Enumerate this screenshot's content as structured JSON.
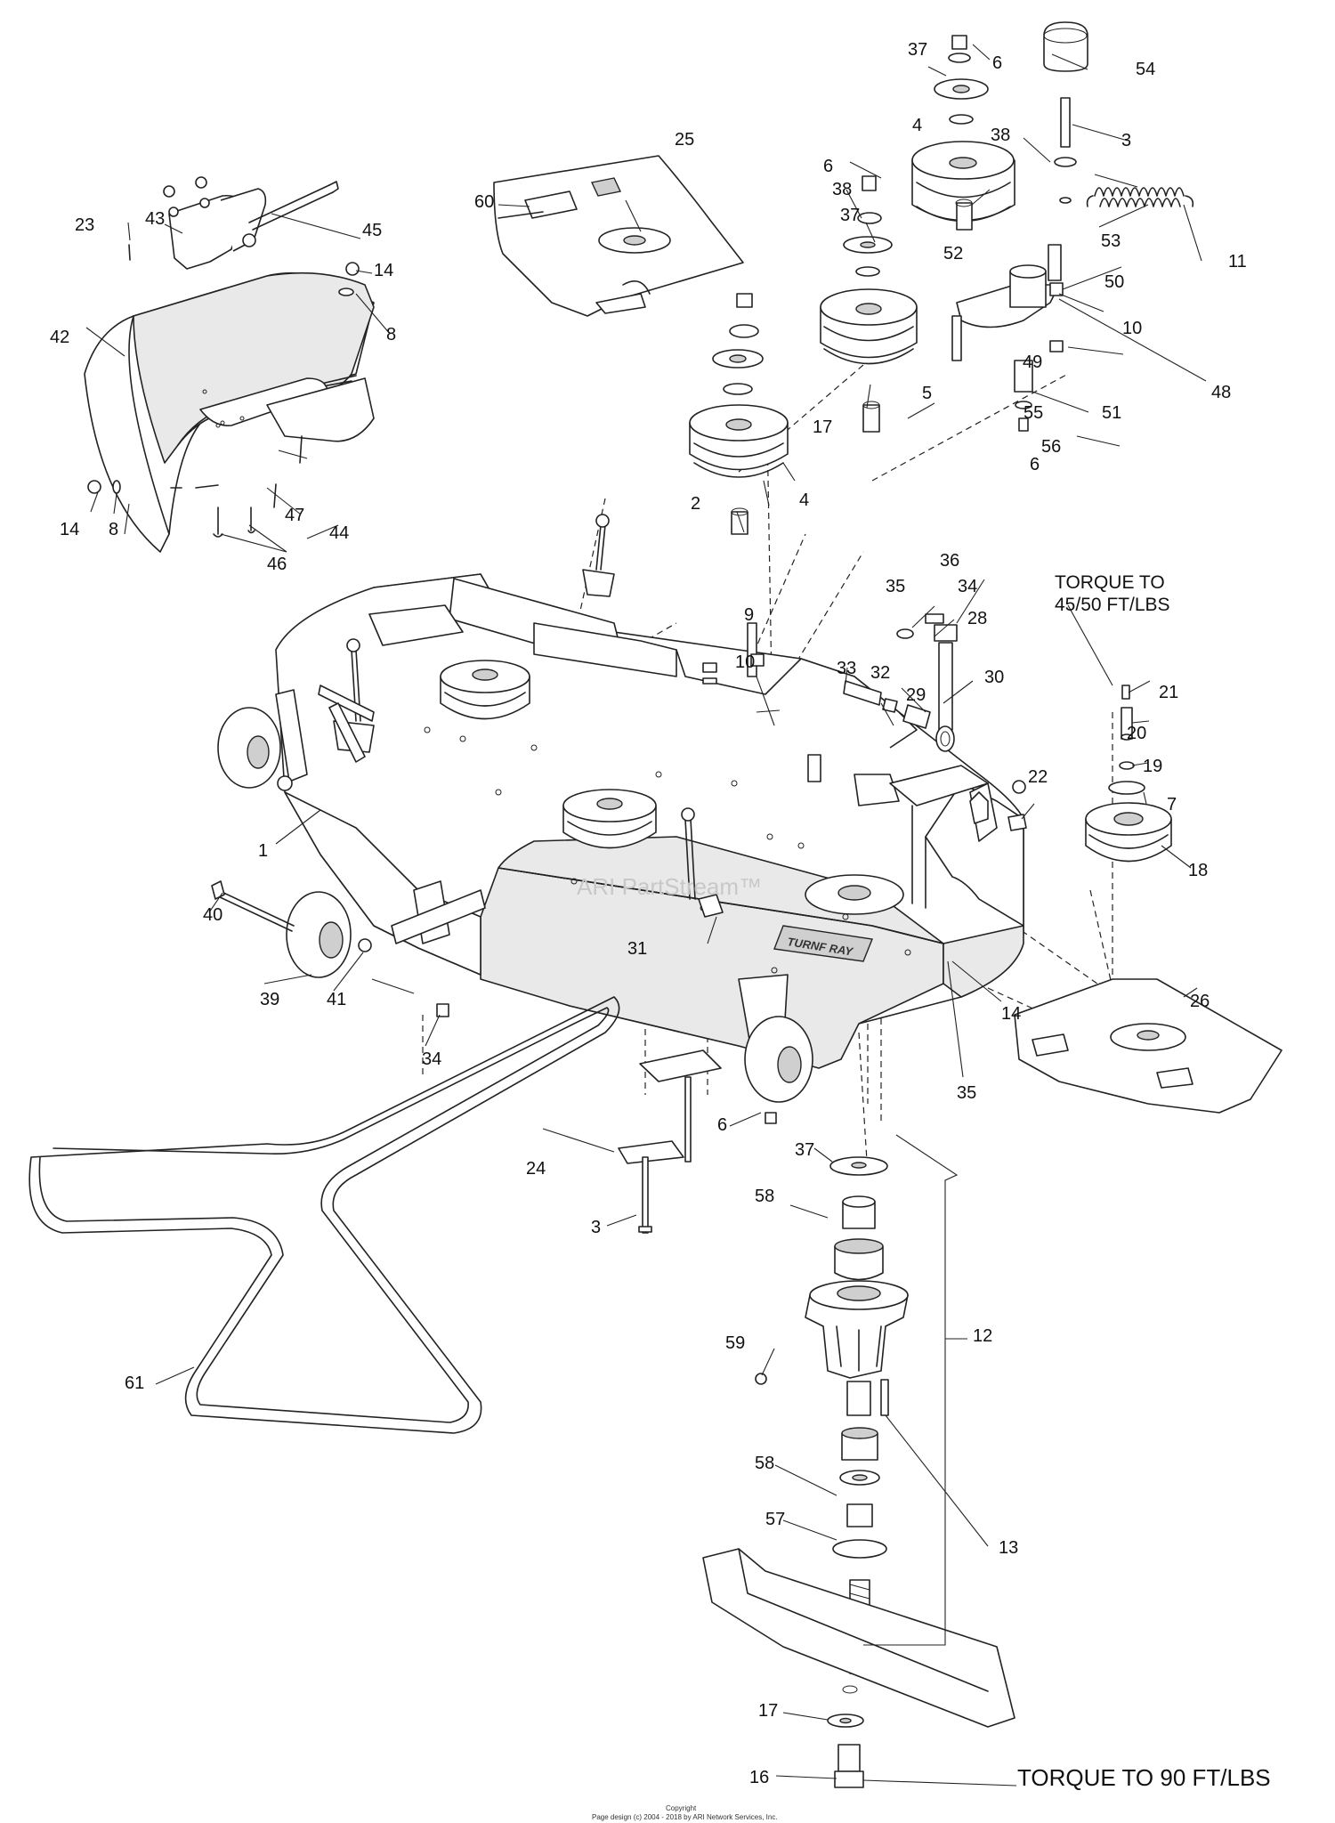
{
  "callouts": [
    "1",
    "2",
    "3",
    "3",
    "4",
    "4",
    "5",
    "6",
    "6",
    "6",
    "6",
    "7",
    "8",
    "8",
    "9",
    "10",
    "10",
    "11",
    "12",
    "13",
    "14",
    "14",
    "14",
    "16",
    "17",
    "17",
    "18",
    "19",
    "20",
    "21",
    "22",
    "23",
    "24",
    "25",
    "26",
    "28",
    "29",
    "30",
    "31",
    "32",
    "33",
    "34",
    "34",
    "35",
    "35",
    "36",
    "37",
    "37",
    "37",
    "38",
    "38",
    "39",
    "40",
    "41",
    "42",
    "43",
    "44",
    "45",
    "46",
    "47",
    "48",
    "49",
    "50",
    "51",
    "52",
    "53",
    "54",
    "55",
    "56",
    "57",
    "58",
    "58",
    "59",
    "60",
    "61"
  ],
  "notes": {
    "torque_45_50_line1": "TORQUE TO",
    "torque_45_50_line2": "45/50 FT/LBS",
    "torque_90": "TORQUE TO 90 FT/LBS"
  },
  "deck_brand": "TURNF RAY",
  "watermark": "ARI PartStream™",
  "footer": {
    "copyright": "Copyright",
    "page_design": "Page design (c) 2004 - 2018 by ARI Network Services, Inc."
  }
}
